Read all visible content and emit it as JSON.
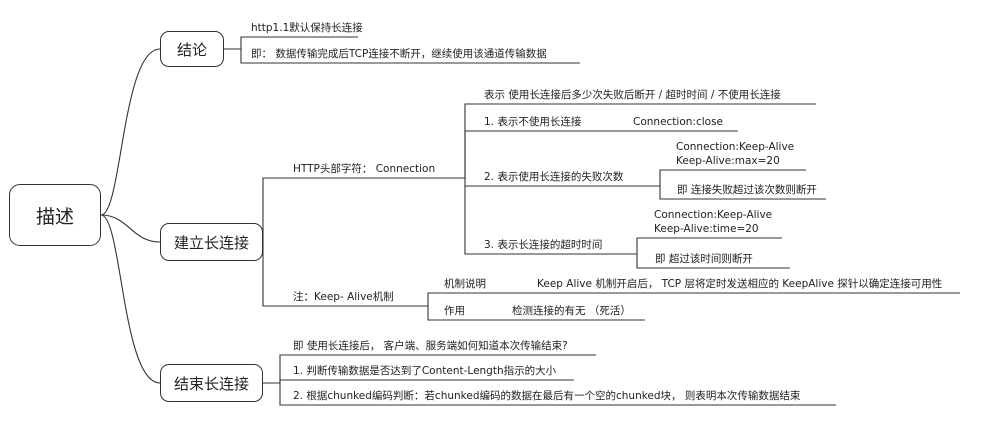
{
  "root": "描述",
  "conclusion": {
    "label": "结论",
    "items": [
      "http1.1默认保持长连接",
      "即：  数据传输完成后TCP连接不断开，继续使用该通道传输数据"
    ]
  },
  "establish": {
    "label": "建立长连接",
    "connection": {
      "label": "HTTP头部字符：  Connection",
      "header": "表示 使用长连接后多少次失败后断开 / 超时时间 /  不使用长连接",
      "opt1": {
        "label": "1. 表示不使用长连接",
        "value": "Connection:close"
      },
      "opt2": {
        "label": "2. 表示使用长连接的失败次数",
        "lines": [
          "Connection:Keep-Alive",
          "Keep-Alive:max=20"
        ],
        "note": "即 连接失败超过该次数则断开"
      },
      "opt3": {
        "label": "3. 表示长连接的超时时间",
        "lines": [
          "Connection:Keep-Alive",
          "Keep-Alive:time=20"
        ],
        "note": "即 超过该时间则断开"
      }
    },
    "keepalive": {
      "label": "注：Keep- Alive机制",
      "mech_label": "机制说明",
      "mech_text": "Keep Alive 机制开启后，  TCP 层将定时发送相应的 KeepAlive 探针以确定连接可用性",
      "use_label": "作用",
      "use_text": "检测连接的有无  （死活）"
    }
  },
  "end": {
    "label": "结束长连接",
    "items": [
      "即 使用长连接后，  客户端、服务端如何知道本次传输结束?",
      "1. 判断传输数据是否达到了Content-Length指示的大小",
      "2. 根据chunked编码判断：若chunked编码的数据在最后有一个空的chunked块，  则表明本次传输数据结束"
    ]
  }
}
